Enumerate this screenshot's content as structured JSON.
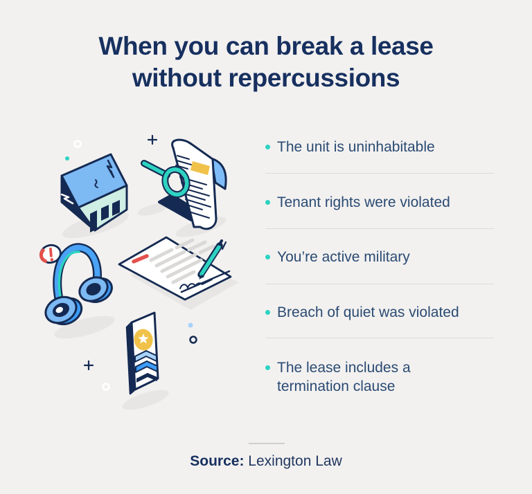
{
  "title": {
    "line1": "When you can break a lease",
    "line2": "without repercussions"
  },
  "list": {
    "bullet_color": "#2dd3c1",
    "text_color": "#2b4a72",
    "items": [
      {
        "text": "The unit is uninhabitable"
      },
      {
        "text": "Tenant rights were violated"
      },
      {
        "text": "You’re active military"
      },
      {
        "text": "Breach of quiet was violated"
      },
      {
        "text": "The lease includes a\ntermination clause"
      }
    ]
  },
  "source": {
    "label": "Source:",
    "value": "Lexington Law"
  },
  "illustration": {
    "icons": [
      "broken-house-icon",
      "lease-magnifier-icon",
      "headphones-alert-icon",
      "contract-pen-icon",
      "lease-app-card-icon"
    ],
    "colors": {
      "navy": "#152a52",
      "light_blue": "#7db9f3",
      "bright_blue": "#3d9cf7",
      "pale_blue": "#a8d2f8",
      "teal": "#2dd3c1",
      "mint": "#cfeee4",
      "yellow": "#f0c24a",
      "red": "#e4504b",
      "shadow": "#e7e6e4",
      "background": "#f2f1f0"
    }
  }
}
